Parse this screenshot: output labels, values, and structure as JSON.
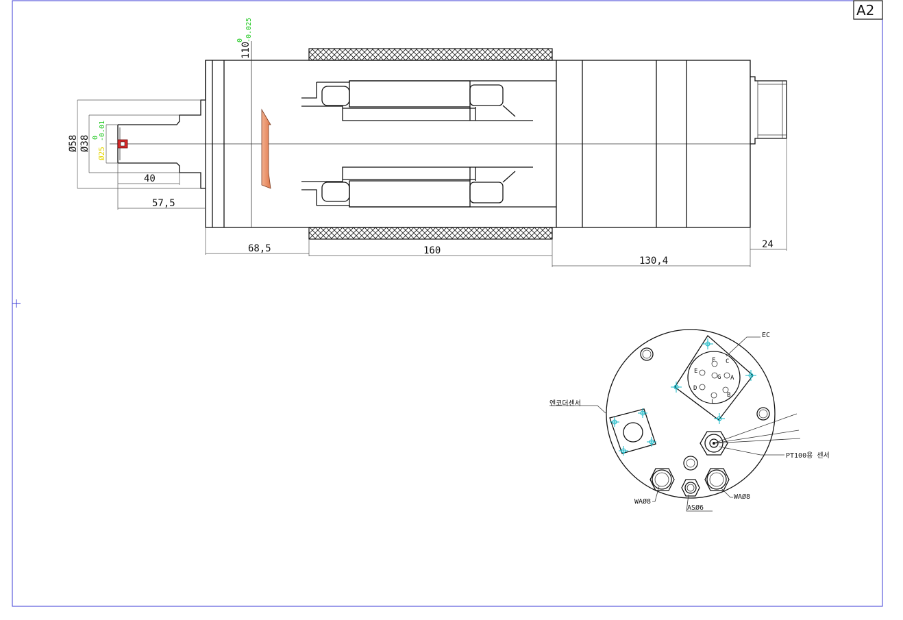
{
  "sheet": {
    "size_label": "A2"
  },
  "colors": {
    "frame": "#3a3ad6",
    "tolerance_green": "#17c617",
    "tolerance_yellow": "#e6d600",
    "marker_cyan": "#12b5c4",
    "accent_orange": "#f0a27e"
  },
  "dimensions": {
    "d58": "Ø58",
    "d38": "Ø38",
    "d25": "Ø25",
    "d25_tol_upper": "0",
    "d25_tol_lower": "-0.01",
    "d110": "110",
    "d110_tol_upper": "0",
    "d110_tol_lower": "-0.025",
    "l40": "40",
    "l57_5": "57,5",
    "l68_5": "68,5",
    "l160": "160",
    "l130_4": "130,4",
    "l24": "24"
  },
  "end_view": {
    "label_ec": "EC",
    "label_encoder": "엔코더센서",
    "label_pt100": "PT100용 센서",
    "label_wa_left": "WAØ8",
    "label_wa_right": "WAØ8",
    "label_as": "ASØ6",
    "connector_pins": [
      "F",
      "C",
      "E",
      "G",
      "A",
      "D",
      "B",
      "L"
    ]
  }
}
